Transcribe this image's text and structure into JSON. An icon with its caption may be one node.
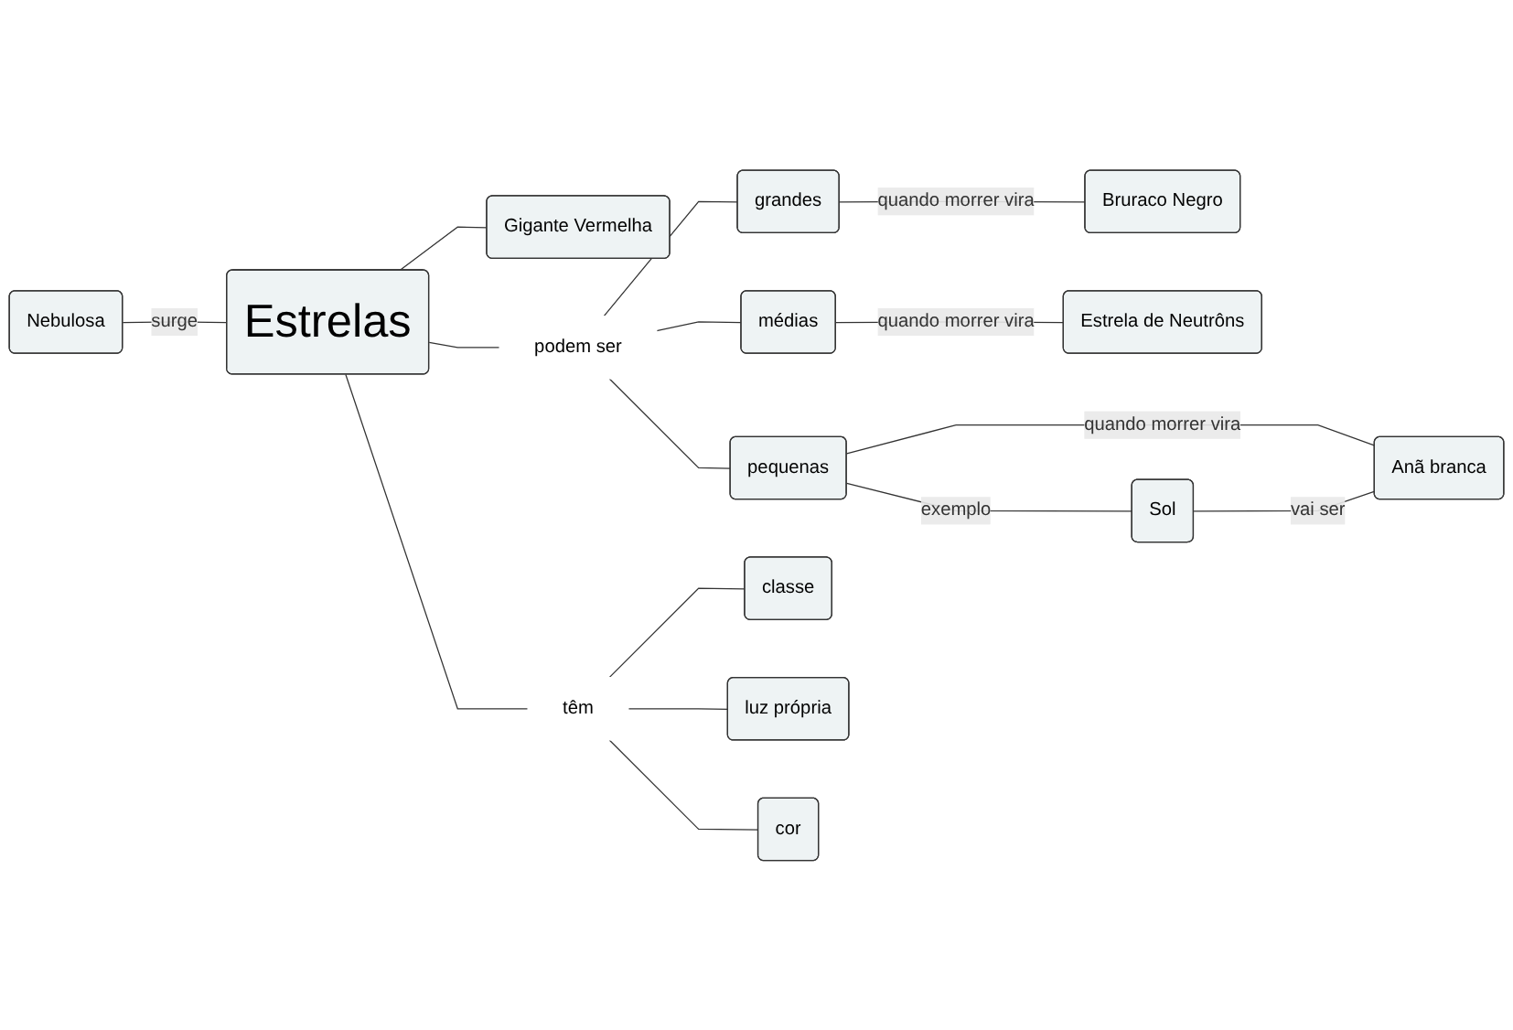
{
  "diagram": {
    "nodes": [
      {
        "text": [
          "Gigante Vermelha"
        ]
      },
      {
        "text": [
          "grandes"
        ]
      },
      {
        "text": [
          "Bruraco Negro"
        ]
      },
      {
        "text": [
          "Nebulosa"
        ]
      },
      {
        "text": [
          "Estrelas"
        ]
      },
      {
        "text": [
          "podem ser"
        ]
      },
      {
        "text": [
          "médias"
        ]
      },
      {
        "text": [
          "Estrela de Neutrôns"
        ]
      },
      {
        "text": [
          "têm"
        ]
      },
      {
        "text": [
          "pequenas"
        ]
      },
      {
        "text": [
          "Anã branca"
        ]
      },
      {
        "text": [
          "classe"
        ]
      },
      {
        "text": [
          "luz própria"
        ]
      },
      {
        "text": [
          "cor"
        ]
      },
      {
        "text": [
          "Sol"
        ]
      }
    ],
    "edges": [
      {
        "from": 4,
        "to": 0,
        "arrow": "none"
      },
      {
        "from": 3,
        "to": 4,
        "arrow": "none",
        "label": "surge"
      },
      {
        "from": 4,
        "to": 5,
        "arrow": "none"
      },
      {
        "from": 5,
        "to": 1,
        "arrow": "none"
      },
      {
        "from": 5,
        "to": 6,
        "arrow": "none"
      },
      {
        "from": 5,
        "to": 9,
        "arrow": "none"
      },
      {
        "from": 1,
        "to": 2,
        "arrow": "none",
        "label": "quando morrer vira"
      },
      {
        "from": 6,
        "to": 7,
        "arrow": "none",
        "label": "quando morrer vira"
      },
      {
        "from": 9,
        "to": 10,
        "arrow": "none",
        "label": "quando morrer vira"
      },
      {
        "from": 4,
        "to": 8,
        "arrow": "none"
      },
      {
        "from": 8,
        "to": 12,
        "arrow": "none"
      },
      {
        "from": 8,
        "to": 11,
        "arrow": "none"
      },
      {
        "from": 8,
        "to": 13,
        "arrow": "none"
      },
      {
        "from": 9,
        "to": 14,
        "arrow": "none",
        "label": "exemplo"
      },
      {
        "from": 14,
        "to": 10,
        "arrow": "none",
        "label": "vai ser"
      }
    ]
  }
}
